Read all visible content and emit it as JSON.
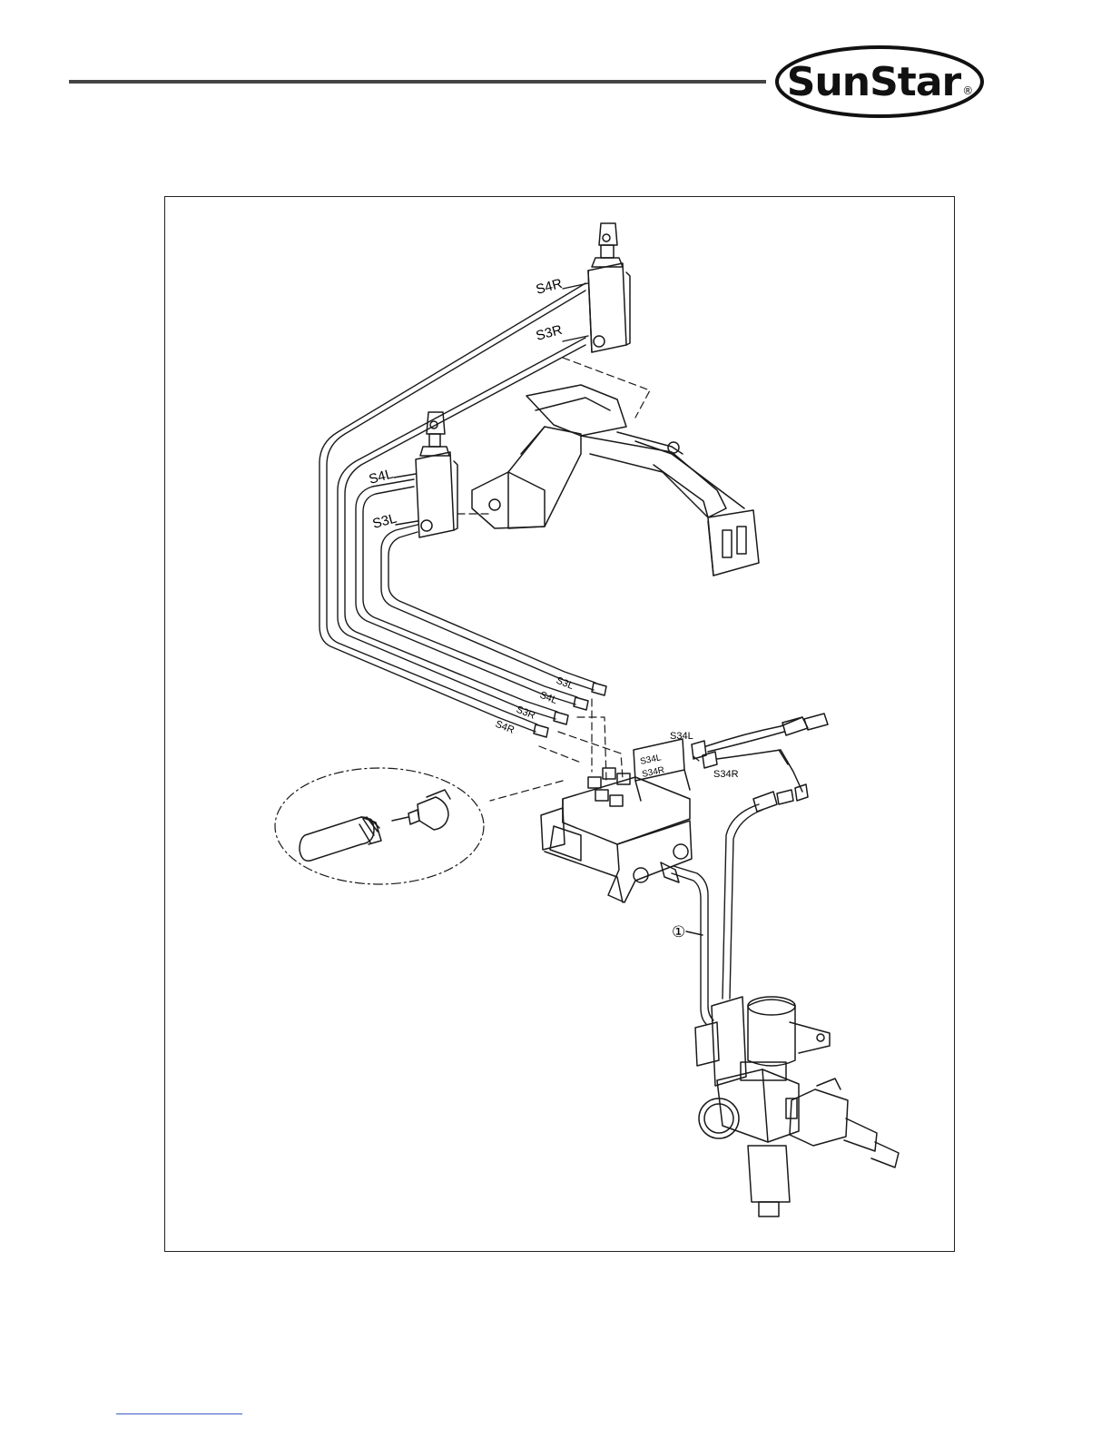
{
  "brand": {
    "name": "SunStar",
    "registered_mark": "®"
  },
  "figure": {
    "labels": {
      "s4r_top": "S4R",
      "s3r_top": "S3R",
      "s4l_left": "S4L",
      "s3l_left": "S3L",
      "s3l_tube": "S3L",
      "s4l_tube": "S4L",
      "s3r_tube": "S3R",
      "s4r_tube": "S4R",
      "s34l_conn": "S34L",
      "s34r_conn": "S34R",
      "s34l_block": "S34L",
      "s34r_block": "S34R",
      "callout_1": "①"
    }
  },
  "colors": {
    "line": "#1a1a1a",
    "rule": "#444444",
    "link_underline": "#3b5bc4"
  }
}
